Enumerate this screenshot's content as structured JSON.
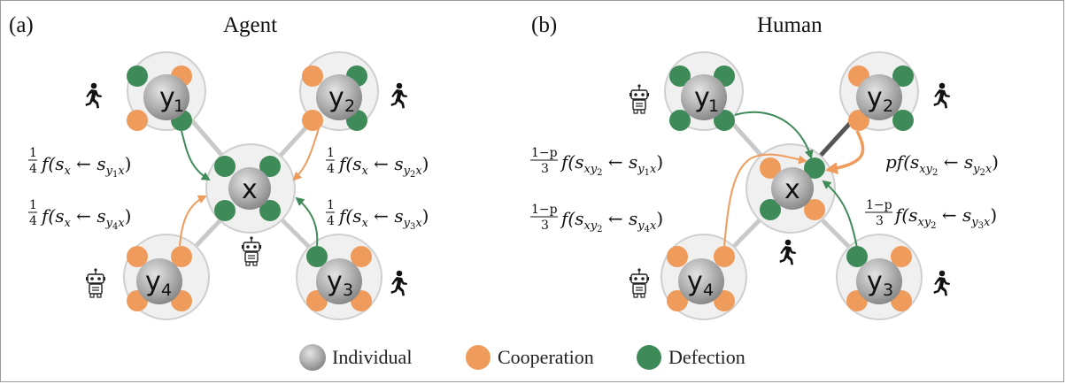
{
  "panels": {
    "a": {
      "tag": "(a)",
      "title": "Agent"
    },
    "b": {
      "tag": "(b)",
      "title": "Human"
    }
  },
  "nodes": {
    "x": {
      "letter": "x",
      "sub": ""
    },
    "y1": {
      "letter": "y",
      "sub": "1"
    },
    "y2": {
      "letter": "y",
      "sub": "2"
    },
    "y3": {
      "letter": "y",
      "sub": "3"
    },
    "y4": {
      "letter": "y",
      "sub": "4"
    }
  },
  "formulas_a": {
    "y1": {
      "coef_num": "1",
      "coef_den": "4",
      "func": "f(",
      "lhs": "s",
      "lhs_sub": "x",
      "arrow": " ← ",
      "rhs": "s",
      "rhs_sub": "y",
      "rhs_sub2": "1",
      "rhs_sub3": "x",
      "close": ")"
    },
    "y2": {
      "coef_num": "1",
      "coef_den": "4",
      "func": "f(",
      "lhs": "s",
      "lhs_sub": "x",
      "arrow": " ← ",
      "rhs": "s",
      "rhs_sub": "y",
      "rhs_sub2": "2",
      "rhs_sub3": "x",
      "close": ")"
    },
    "y3": {
      "coef_num": "1",
      "coef_den": "4",
      "func": "f(",
      "lhs": "s",
      "lhs_sub": "x",
      "arrow": " ← ",
      "rhs": "s",
      "rhs_sub": "y",
      "rhs_sub2": "3",
      "rhs_sub3": "x",
      "close": ")"
    },
    "y4": {
      "coef_num": "1",
      "coef_den": "4",
      "func": "f(",
      "lhs": "s",
      "lhs_sub": "x",
      "arrow": " ← ",
      "rhs": "s",
      "rhs_sub": "y",
      "rhs_sub2": "4",
      "rhs_sub3": "x",
      "close": ")"
    }
  },
  "formulas_b": {
    "y1": {
      "coef_num": "1−p",
      "coef_den": "3",
      "func": "f(",
      "lhs": "s",
      "lhs_sub": "xy",
      "lhs_sub2": "2",
      "arrow": " ← ",
      "rhs": "s",
      "rhs_sub": "y",
      "rhs_sub2": "1",
      "rhs_sub3": "x",
      "close": ")"
    },
    "y2": {
      "coef": "pf(",
      "lhs": "s",
      "lhs_sub": "xy",
      "lhs_sub2": "2",
      "arrow": " ← ",
      "rhs": "s",
      "rhs_sub": "y",
      "rhs_sub2": "2",
      "rhs_sub3": "x",
      "close": ")"
    },
    "y3": {
      "coef_num": "1−p",
      "coef_den": "3",
      "func": "f(",
      "lhs": "s",
      "lhs_sub": "xy",
      "lhs_sub2": "2",
      "arrow": " ← ",
      "rhs": "s",
      "rhs_sub": "y",
      "rhs_sub2": "3",
      "rhs_sub3": "x",
      "close": ")"
    },
    "y4": {
      "coef_num": "1−p",
      "coef_den": "3",
      "func": "f(",
      "lhs": "s",
      "lhs_sub": "xy",
      "lhs_sub2": "2",
      "arrow": " ← ",
      "rhs": "s",
      "rhs_sub": "y",
      "rhs_sub2": "4",
      "rhs_sub3": "x",
      "close": ")"
    }
  },
  "legend": {
    "individual": "Individual",
    "cooperation": "Cooperation",
    "defection": "Defection"
  },
  "colors": {
    "cooperation": "#ee9b5c",
    "defection": "#3f8a59",
    "individual": "#9d9d9d"
  },
  "icons": {
    "human": "running-person-icon",
    "agent": "robot-icon"
  }
}
